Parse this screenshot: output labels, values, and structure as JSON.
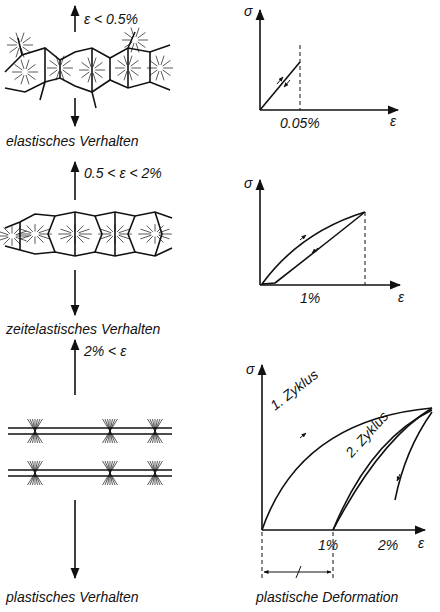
{
  "diagram": {
    "labels": [
      "ε < 0.5%",
      "σ",
      "0.05%",
      "ε",
      "elastisches Verhalten",
      "0.5 < ε < 2%",
      "σ",
      "1%",
      "ε",
      "zeitelastisches Verhalten",
      "2% < ε",
      "σ",
      "1. Zyklus",
      "2. Zyklus",
      "ε",
      "1%",
      "2%",
      "plastisches Verhalten",
      "plastische Deformation"
    ]
  }
}
